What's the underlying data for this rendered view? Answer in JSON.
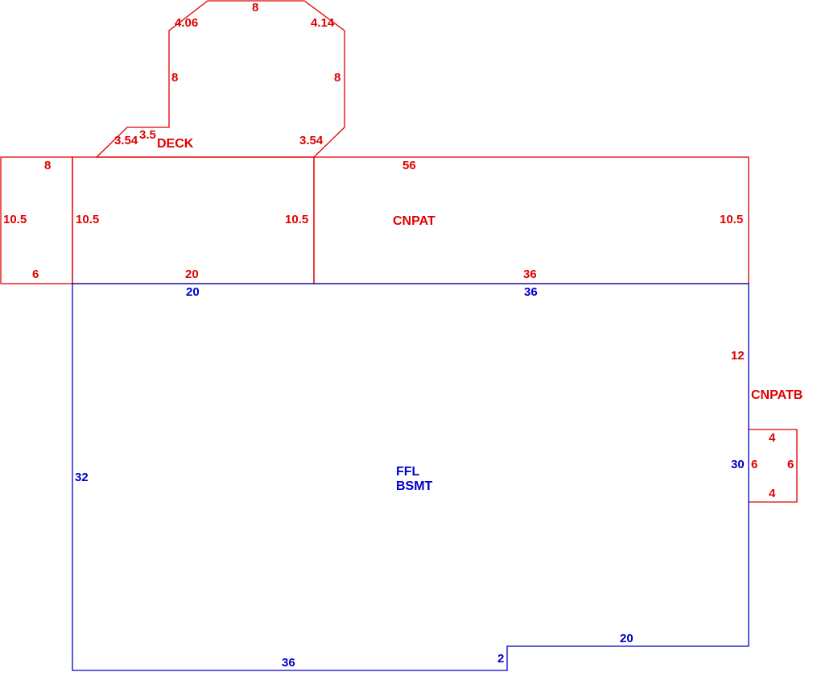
{
  "colors": {
    "red": "#e00000",
    "blue": "#0000c8",
    "background": "#ffffff"
  },
  "areas": {
    "deck": "DECK",
    "cnpat": "CNPAT",
    "cnpatb": "CNPATB",
    "ffl": "FFL",
    "bsmt": "BSMT"
  },
  "dims": {
    "deck_top": "8",
    "deck_top_left_diag": "4.06",
    "deck_top_right_diag": "4.14",
    "deck_left_side": "8",
    "deck_right_side": "8",
    "deck_step_diag": "3.54",
    "deck_step": "3.5",
    "deck_right_diag": "3.54",
    "left_box_top": "8",
    "left_box_left": "10.5",
    "left_box_bottom": "6",
    "cnpat_left_a": "10.5",
    "cnpat_left_b": "10.5",
    "cnpat_top": "56",
    "cnpat_right": "10.5",
    "cnpat_bottom_left": "20",
    "cnpat_bottom_right": "36",
    "bsmt_top_left": "20",
    "bsmt_top_right": "36",
    "bsmt_left": "32",
    "bsmt_right": "30",
    "bsmt_bottom": "36",
    "bsmt_notch": "2",
    "bsmt_bottom_right": "20",
    "bsmt_right_upper": "12",
    "cnpatb_top": "4",
    "cnpatb_left": "6",
    "cnpatb_right": "6",
    "cnpatb_bottom": "4"
  }
}
